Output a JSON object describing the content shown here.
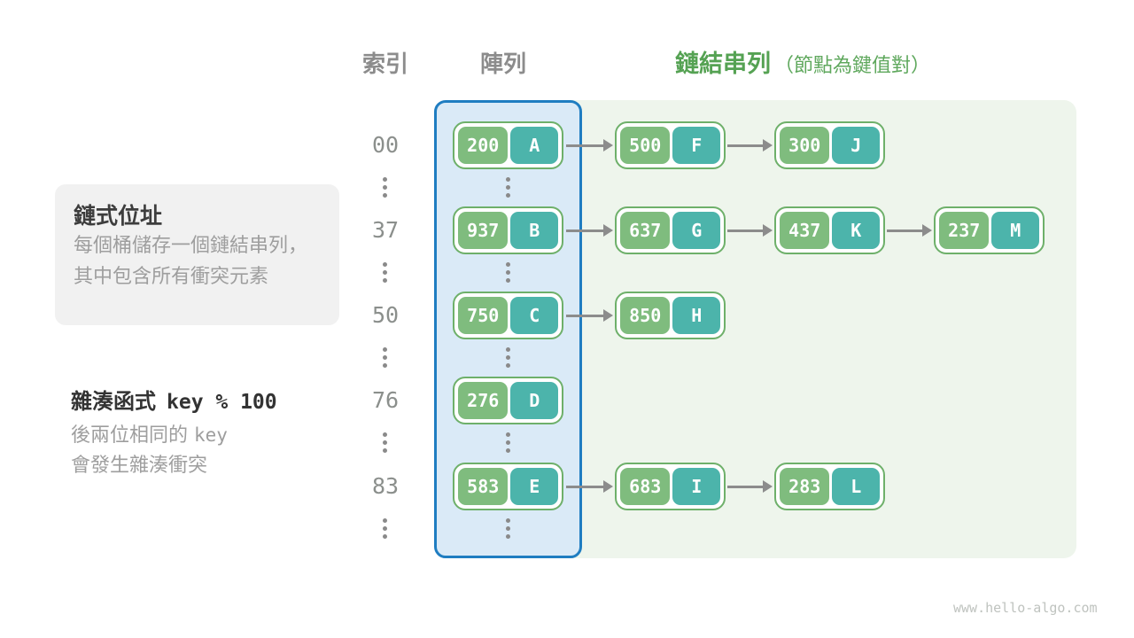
{
  "header": {
    "col_index": "索引",
    "col_array": "陣列",
    "col_list": "鏈結串列",
    "col_list_note": "（節點為鍵值對）"
  },
  "info_card": {
    "title": "鏈式位址",
    "line1": "每個桶儲存一個鏈結串列，",
    "line2": "其中包含所有衝突元素"
  },
  "hash_note": {
    "title_text": "雜湊函式",
    "title_code": "key % 100",
    "line1_text": "後兩位相同的",
    "line1_code": "key",
    "line2": "會發生雜湊衝突"
  },
  "rows": [
    {
      "index": "00",
      "bucket": {
        "key": "200",
        "value": "A"
      },
      "chain": [
        {
          "key": "500",
          "value": "F"
        },
        {
          "key": "300",
          "value": "J"
        }
      ]
    },
    {
      "index": "37",
      "bucket": {
        "key": "937",
        "value": "B"
      },
      "chain": [
        {
          "key": "637",
          "value": "G"
        },
        {
          "key": "437",
          "value": "K"
        },
        {
          "key": "237",
          "value": "M"
        }
      ]
    },
    {
      "index": "50",
      "bucket": {
        "key": "750",
        "value": "C"
      },
      "chain": [
        {
          "key": "850",
          "value": "H"
        }
      ]
    },
    {
      "index": "76",
      "bucket": {
        "key": "276",
        "value": "D"
      },
      "chain": []
    },
    {
      "index": "83",
      "bucket": {
        "key": "583",
        "value": "E"
      },
      "chain": [
        {
          "key": "683",
          "value": "I"
        },
        {
          "key": "283",
          "value": "L"
        }
      ]
    }
  ],
  "watermark": "www.hello-algo.com",
  "colors": {
    "key_green": "#7fbc7e",
    "value_teal": "#4cb4ab",
    "node_border": "#6eb06a",
    "panel_green": "#eef5ec",
    "array_fill": "#daeaf7",
    "array_border": "#1f7dc1",
    "heading_green": "#55a253",
    "body_gray": "#9e9e9e",
    "arrow_gray": "#8c8c8c"
  }
}
